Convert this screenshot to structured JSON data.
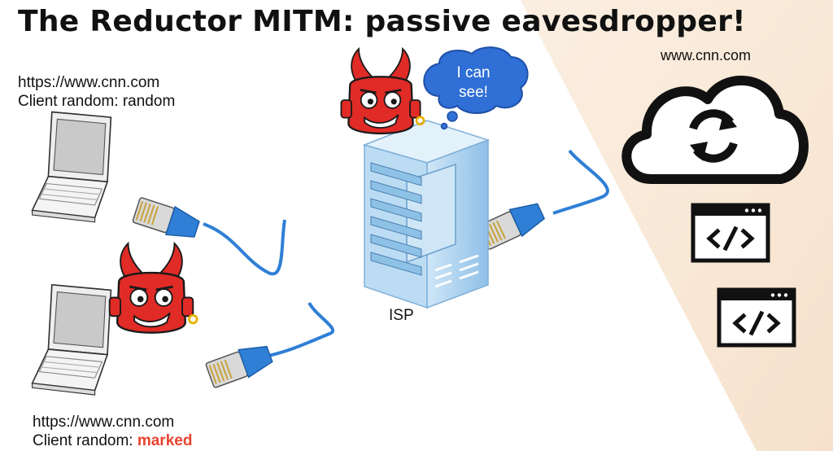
{
  "title": "The Reductor MITM: passive eavesdropper!",
  "client_top": {
    "url": "https://www.cnn.com",
    "random_label": "Client random:",
    "random_value": "random"
  },
  "client_bottom": {
    "url": "https://www.cnn.com",
    "random_label": "Client random:",
    "random_value": "marked"
  },
  "isp": {
    "label": "ISP"
  },
  "speech_bubble": {
    "line1": "I can",
    "line2": "see!"
  },
  "server": {
    "label": "www.cnn.com"
  },
  "colors": {
    "accent_red": "#e8432f",
    "cable_blue": "#2f7fd6",
    "bubble_blue": "#2f6fd6",
    "server_blue": "#a9d2f0",
    "devil_red": "#e02b26",
    "background_peach": "#f7e6d2"
  }
}
